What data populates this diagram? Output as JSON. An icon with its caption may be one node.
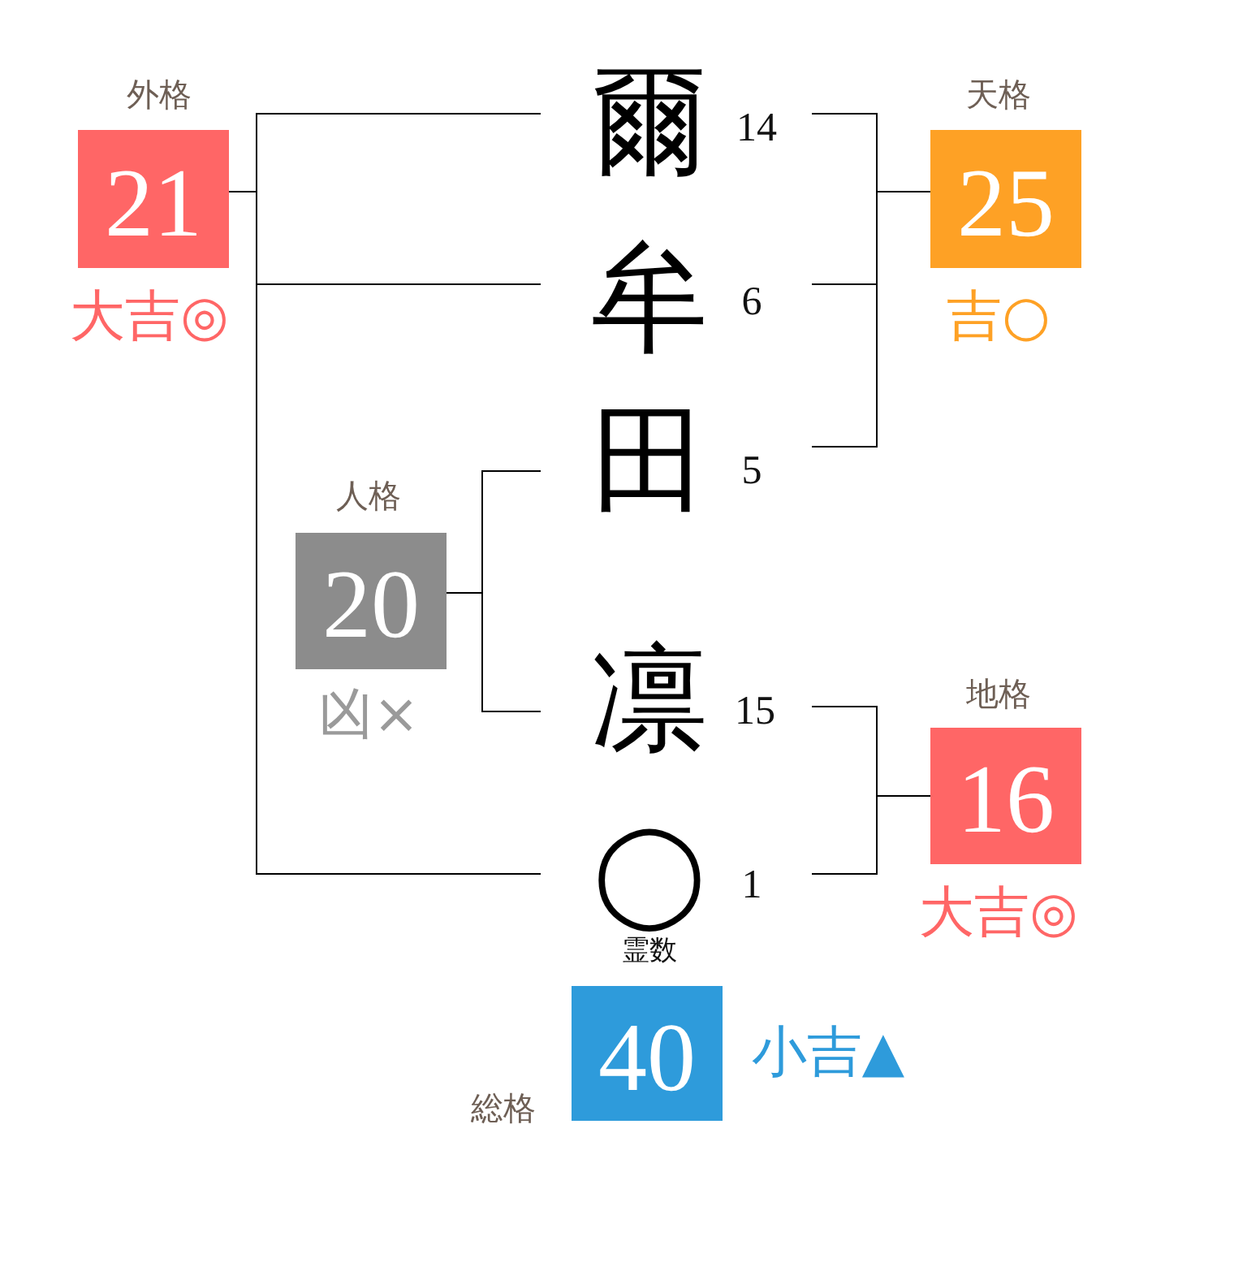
{
  "diagram": {
    "nodes": [
      {
        "text": [
          "外格",
          "21"
        ],
        "beside": [
          "大吉◎"
        ]
      },
      {
        "text": [
          "爾"
        ],
        "beside": [
          "14"
        ]
      },
      {
        "text": [
          "天格",
          "25"
        ],
        "beside": [
          "吉○"
        ]
      },
      {
        "text": [
          "牟"
        ],
        "beside": [
          "6"
        ]
      },
      {
        "text": [
          "田"
        ],
        "beside": [
          "5"
        ]
      },
      {
        "text": [
          "人格",
          "20"
        ],
        "beside": [
          "凶×"
        ]
      },
      {
        "text": [
          "凛"
        ],
        "beside": [
          "15"
        ]
      },
      {
        "text": [
          "地格",
          "16"
        ],
        "beside": [
          "大吉◎"
        ]
      },
      {
        "text": [
          "◯"
        ],
        "beside": [
          "1",
          "霊数"
        ]
      },
      {
        "text": [
          "総格",
          "40"
        ],
        "beside": [
          "小吉▲"
        ]
      }
    ],
    "edges": [
      {
        "from": 0,
        "to": 1,
        "arrow": "none"
      },
      {
        "from": 0,
        "to": 3,
        "arrow": "none"
      },
      {
        "from": 0,
        "to": 8,
        "arrow": "none"
      },
      {
        "from": 2,
        "to": 1,
        "arrow": "none"
      },
      {
        "from": 2,
        "to": 3,
        "arrow": "none"
      },
      {
        "from": 2,
        "to": 4,
        "arrow": "none"
      },
      {
        "from": 5,
        "to": 4,
        "arrow": "none"
      },
      {
        "from": 5,
        "to": 6,
        "arrow": "none"
      },
      {
        "from": 7,
        "to": 6,
        "arrow": "none"
      },
      {
        "from": 7,
        "to": 8,
        "arrow": "none"
      }
    ]
  }
}
